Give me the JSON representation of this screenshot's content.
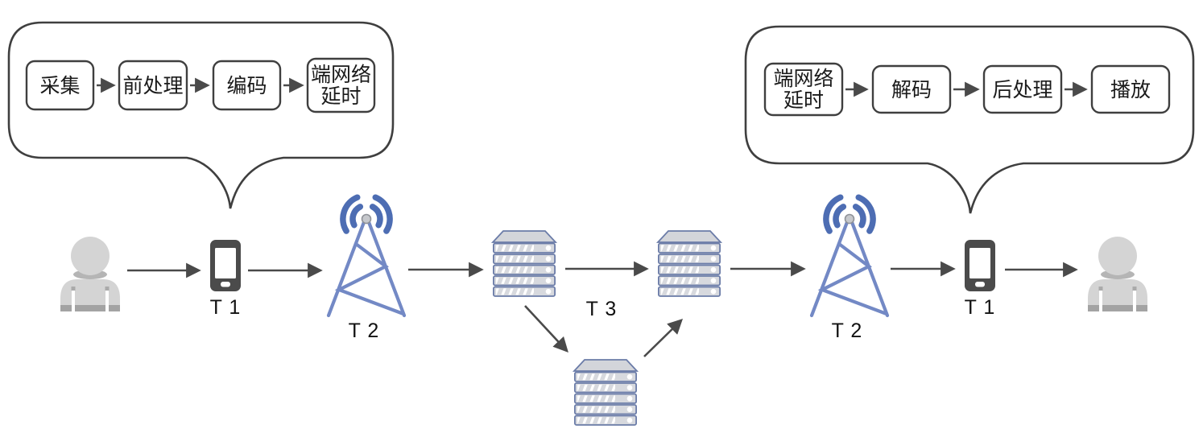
{
  "diagram": {
    "title": "end-to-end-live-streaming-latency-pipeline",
    "left_bubble": {
      "steps": [
        {
          "lines": [
            "采集",
            ""
          ]
        },
        {
          "lines": [
            "前处理",
            ""
          ]
        },
        {
          "lines": [
            "编码",
            ""
          ]
        },
        {
          "lines": [
            "端网络",
            "延时"
          ]
        }
      ]
    },
    "right_bubble": {
      "steps": [
        {
          "lines": [
            "端网络",
            "延时"
          ]
        },
        {
          "lines": [
            "解码",
            ""
          ]
        },
        {
          "lines": [
            "后处理",
            ""
          ]
        },
        {
          "lines": [
            "播放",
            ""
          ]
        }
      ]
    },
    "node_labels": {
      "sender_phone": "T 1",
      "sender_tower": "T 2",
      "server_link": "T 3",
      "receiver_tower": "T 2",
      "receiver_phone": "T 1"
    },
    "icons": {
      "sender_user": "user-icon",
      "sender_phone": "smartphone-icon",
      "sender_tower": "cell-tower-icon",
      "origin_server": "server-stack-icon",
      "edge_server": "server-stack-icon",
      "relay_server": "server-stack-icon",
      "receiver_tower": "cell-tower-icon",
      "receiver_phone": "smartphone-icon",
      "receiver_user": "user-icon"
    },
    "colors": {
      "outline": "#3f3f3f",
      "arrow": "#4a4a4a",
      "text": "#1a1a1a",
      "tower_wave_blue": "#4d6db3",
      "tower_frame_blue": "#7389c5",
      "server_border_blue": "#6b7ca8",
      "server_fill": "#d7d9de",
      "person_gray": "#d4d4d4",
      "person_band_gray": "#a3a3a3",
      "phone_dark": "#4b4b4b",
      "background": "#ffffff"
    }
  }
}
